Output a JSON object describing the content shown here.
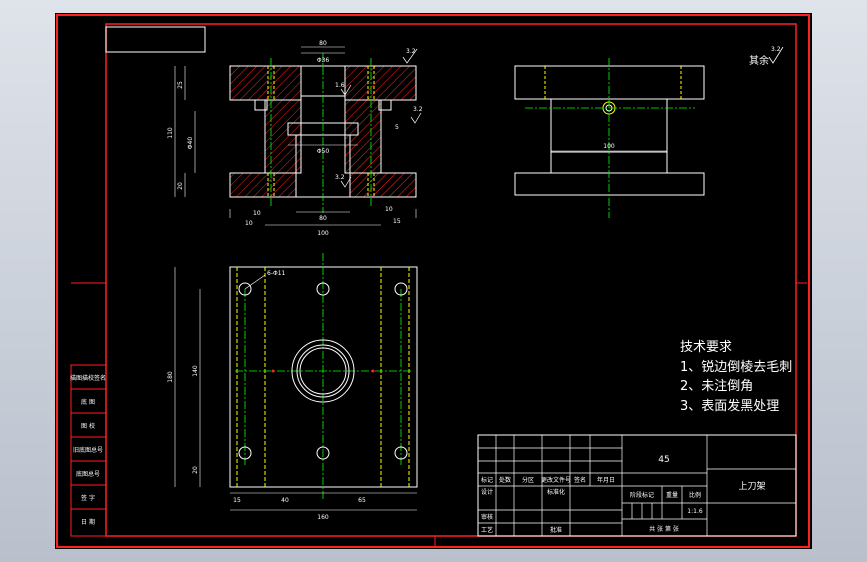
{
  "drawing": {
    "title": "上刀架",
    "material": "45",
    "scale_value": "1:1.6",
    "roughness_all": "3.2",
    "roughness_symbol": "其余",
    "tech_requirements": {
      "heading": "技术要求",
      "items": [
        "1、锐边倒棱去毛刺",
        "2、未注倒角",
        "3、表面发黑处理"
      ]
    },
    "left_sidebar_labels": [
      "描图描校签名",
      "底 图",
      "图 校",
      "旧底图总号",
      "底图总号",
      "签 字",
      "日 期"
    ],
    "title_block": {
      "row1": [
        "标记",
        "处数",
        "分区",
        "更改文件号",
        "签名",
        "年月日"
      ],
      "designer": "设计",
      "standardize": "标准化",
      "reviewer": "审核",
      "process": "工艺",
      "approve": "批准",
      "stage_mark": "阶段标记",
      "weight": "重量",
      "scale": "比例",
      "sheets": "共 张 第 张"
    },
    "dimensions": {
      "top_width": "80",
      "top_bore": "Φ36",
      "section_height": "110",
      "bottom_width": "100",
      "inner_width": "80",
      "inner_bore": "Φ50",
      "right_view_width": "100",
      "plan_width": "160",
      "plan_height": "180",
      "plan_inner_height": "140",
      "plan_bottom": "20",
      "plan_left": "15",
      "plan_span_a": "40",
      "plan_span_b": "65",
      "hole_callout": "6-Φ11",
      "side_a": "25",
      "side_b": "20",
      "side_c": "5",
      "tol_a": "Φ40",
      "left_small": "10",
      "left_small_b": "10",
      "right_small": "10",
      "right_small_b": "15",
      "roughness_a": "3.2",
      "roughness_b": "1.6",
      "roughness_c": "3.2",
      "roughness_d": "3.2"
    }
  }
}
